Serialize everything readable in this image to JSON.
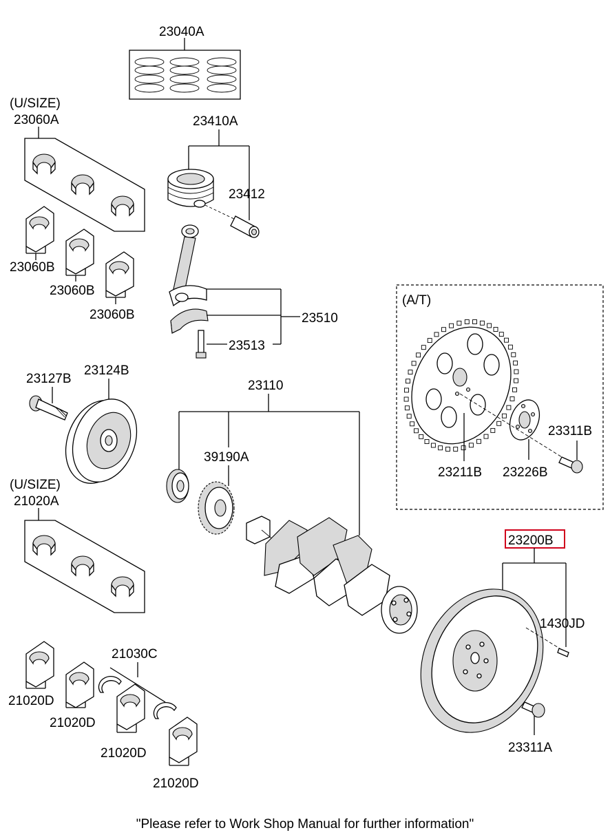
{
  "labels": {
    "piston_ring_set": "23040A",
    "upper_bearing_set_undersize_note": "(U/SIZE)",
    "upper_bearing_set": "23060A",
    "piston_assy": "23410A",
    "piston_pin": "23412",
    "bearing_b1": "23060B",
    "bearing_b2": "23060B",
    "bearing_b3": "23060B",
    "connecting_rod": "23510",
    "rod_bolt": "23513",
    "at_note": "(A/T)",
    "pulley_bolt": "23127B",
    "pulley": "23124B",
    "crankshaft_assy": "23110",
    "sprocket": "39190A",
    "drive_plate": "23211B",
    "adapter_plate": "23226B",
    "drive_plate_bolt": "23311B",
    "lower_bearing_set_undersize_note": "(U/SIZE)",
    "lower_bearing_set": "21020A",
    "flywheel_assy": "23200B",
    "flywheel_pin": "1430JD",
    "thrust_washer": "21030C",
    "bearing_d1": "21020D",
    "bearing_d2": "21020D",
    "bearing_d3": "21020D",
    "bearing_d4": "21020D",
    "flywheel_bolt": "23311A"
  },
  "footer_note": "\"Please refer to Work Shop Manual for further information\"",
  "colors": {
    "highlight_box": "#d0021b",
    "line": "#000000",
    "part_shade": "#d9d9d9"
  }
}
